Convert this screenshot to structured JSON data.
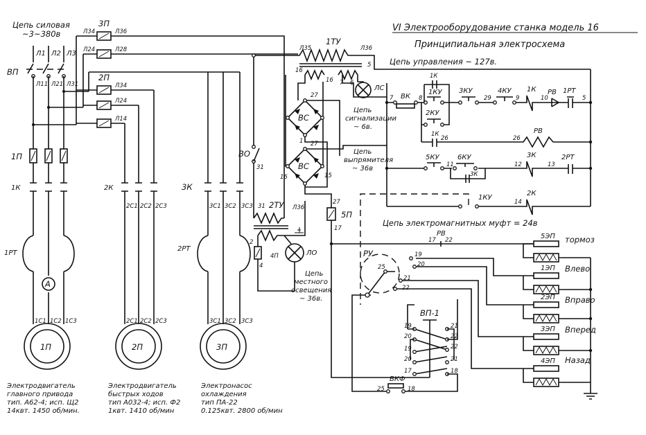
{
  "header": {
    "title": "VI  Электрооборудование станка  модель 16",
    "subtitle": "Принципиальная электросхема",
    "control_circuit": "Цепь управления ~ 127в."
  },
  "power": {
    "caption_1": "Цепь силовая",
    "caption_2": "~3~380в"
  },
  "circuits": {
    "signal": [
      "Цепь",
      "сигнализации",
      "~ 6в."
    ],
    "rectifier": [
      "Цепь",
      "выпрямителя",
      "~ 36в"
    ],
    "local_light": [
      "Цепь",
      "местного",
      "освещения",
      "~ 36в."
    ],
    "clutch": "Цепь электромагнитных муфт = 24в"
  },
  "motors": [
    {
      "id": "1П",
      "caption": [
        "Электродвигатель",
        "главного привода",
        "тип. А62-4; исп. Щ2",
        "14квт. 1450 об/мин."
      ]
    },
    {
      "id": "2П",
      "caption": [
        "Электродвигатель",
        "быстрых ходов",
        "тип А032-4; исп. Ф2",
        "1квт. 1410 об/мин"
      ]
    },
    {
      "id": "3П",
      "caption": [
        "Электронасос",
        "охлаждения",
        "тип ПА-22",
        "0.125квт. 2800 об/мин"
      ]
    }
  ],
  "directions": [
    "тормоз",
    "Влево",
    "Вправо",
    "Вперед",
    "Назад"
  ],
  "clutches": [
    "5ЭП",
    "1ЭП",
    "2ЭП",
    "3ЭП",
    "4ЭП"
  ],
  "labels": {
    "vp": "ВП",
    "l1": "Л1",
    "l2": "Л2",
    "l3": "Л3",
    "l11": "Л11",
    "l21": "Л21",
    "l31": "Л31",
    "p1": "1П",
    "k1": "1К",
    "k2": "2К",
    "k3": "3К",
    "rt1": "1РТ",
    "rt2": "2РТ",
    "ammeter": "A",
    "c11": "1С1",
    "c12": "1С2",
    "c13": "1С3",
    "c21": "2С1",
    "c22": "2С2",
    "c23": "2С3",
    "c31": "3С1",
    "c32": "3С2",
    "c33": "3С3",
    "contactor3": "3П",
    "contactor2": "2П",
    "l34": "Л34",
    "l36": "Л36",
    "l24": "Л24",
    "l28": "Л28",
    "l14": "Л14",
    "l35": "Л35",
    "tu1": "1ТУ",
    "tu2": "2ТУ",
    "vs": "ВС",
    "ls": "ЛС",
    "vo": "ВО",
    "p5": "5П",
    "p4": "4П",
    "lo": "ЛО",
    "vk": "ВК",
    "ku1": "1КУ",
    "ku2": "2КУ",
    "ku3": "3КУ",
    "ku4": "4КУ",
    "ku5": "5КУ",
    "ku6": "6КУ",
    "ku7": "1КУ",
    "rv": "РВ",
    "ru": "РУ",
    "vp1": "ВП-1",
    "vkf": "ВКФ",
    "n5": "5",
    "n7": "7",
    "n6": "6",
    "n16": "16",
    "n27": "27",
    "n1": "1",
    "n15": "15",
    "n17": "17",
    "n22": "22",
    "n25": "25",
    "n26": "26",
    "n12": "12",
    "n13": "13",
    "n11": "11",
    "n14": "14",
    "n19": "19",
    "n20": "20",
    "n21": "21",
    "n18": "18",
    "n31": "31",
    "n2": "2",
    "n4": "4",
    "n8": "8",
    "n9": "9",
    "n10": "10",
    "n23": "23",
    "n29": "29"
  }
}
